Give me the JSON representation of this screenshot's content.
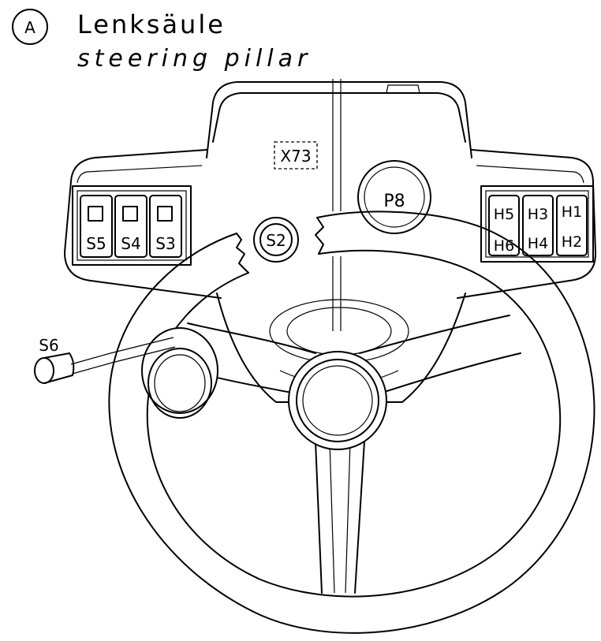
{
  "header": {
    "section_letter": "A",
    "title_de": "Lenksäule",
    "title_en": "steering pillar"
  },
  "components": {
    "connector": "X73",
    "gauge": "P8",
    "center_switch": "S2",
    "left_switches": [
      "S5",
      "S4",
      "S3"
    ],
    "lamps_top": [
      "H5",
      "H3",
      "H1"
    ],
    "lamps_bottom": [
      "H6",
      "H4",
      "H2"
    ],
    "lever": "S6"
  }
}
